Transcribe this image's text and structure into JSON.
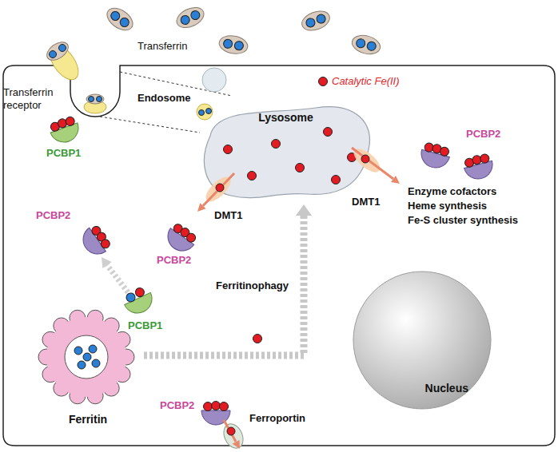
{
  "diagram": {
    "nodes": [
      {
        "text": [
          "Lysosome"
        ]
      },
      {
        "text": [
          "Nucleus"
        ]
      },
      {
        "text": [
          "Ferritin"
        ]
      }
    ],
    "edges": [
      {
        "from": 2,
        "to": 0,
        "arrow": "to",
        "label": "Ferritinophagy"
      }
    ],
    "labels": [
      "Transferrin",
      "Transferrin receptor",
      "Catalytic Fe(II)",
      "Endosome",
      "PCBP2",
      "PCBP1",
      "PCBP2",
      "DMT1",
      "PCBP2",
      "DMT1",
      "Enzyme cofactors",
      "Heme synthesis",
      "Fe-S cluster synthesis",
      "PCBP1",
      "PCBP2",
      "Ferroportin"
    ]
  }
}
